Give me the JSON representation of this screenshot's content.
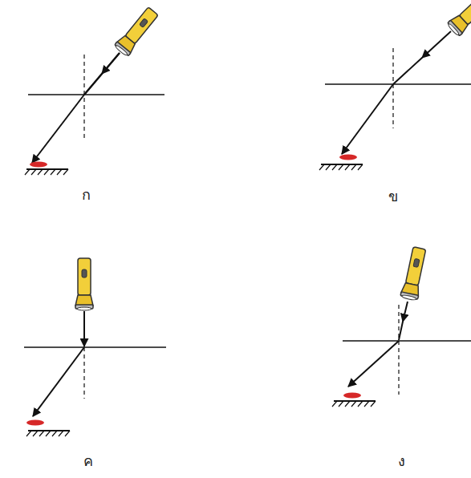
{
  "diagram": {
    "labels": [
      "ก",
      "ข",
      "ค",
      "ง"
    ]
  }
}
